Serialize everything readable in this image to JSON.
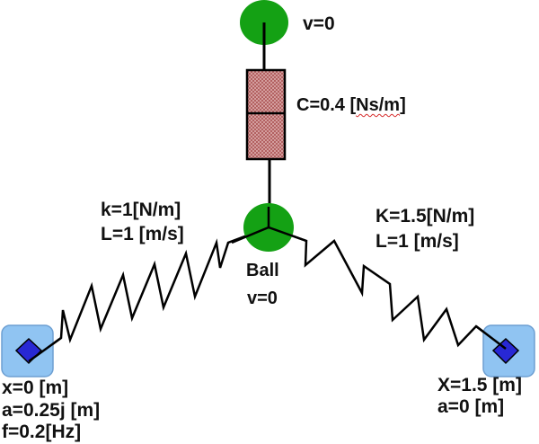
{
  "colors": {
    "node_fill": "#14a114",
    "anchor_fill": "#90c4f2",
    "anchor_border": "#6d9fd2",
    "anchor_marker": "#2828d4",
    "damper_fill": "#d9a6a6",
    "damper_border": "#000000",
    "line": "#000000"
  },
  "top_node": {
    "label": "v=0"
  },
  "damper": {
    "label_prefix": "C=0.4 [",
    "label_unit": "Ns/m",
    "label_suffix": "]"
  },
  "left_spring": {
    "line1": "k=1[N/m]",
    "line2": "L=1 [m/s]"
  },
  "right_spring": {
    "line1": "K=1.5[N/m]",
    "line2": "L=1 [m/s]"
  },
  "ball": {
    "name": "Ball",
    "velocity": "v=0"
  },
  "left_anchor": {
    "line1": "x=0 [m]",
    "line2": "a=0.25j [m]",
    "line3": "f=0.2[Hz]"
  },
  "right_anchor": {
    "line1": "X=1.5 [m]",
    "line2": "a=0 [m]"
  }
}
